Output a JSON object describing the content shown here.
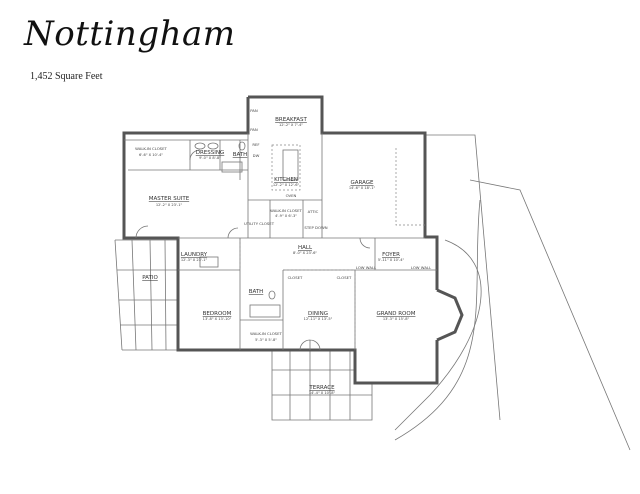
{
  "title": "Nottingham",
  "square_feet": "1,452 Square Feet",
  "rooms": {
    "breakfast": {
      "name": "BREAKFAST",
      "dims": "12'-2\" X 7'-4\""
    },
    "dressing": {
      "name": "DRESSING",
      "dims": "9'-0\" X 8'-8\""
    },
    "master_bath": {
      "name": "BATH"
    },
    "master_closet": {
      "name": "WALK-IN CLOSET",
      "dims": "6'-6\" X 10'-4\""
    },
    "kitchen": {
      "name": "KITCHEN",
      "dims": "12'-2\" X 12'-6\""
    },
    "master_suite": {
      "name": "MASTER SUITE",
      "dims": "12'-2\" X 23'-1\""
    },
    "garage": {
      "name": "GARAGE",
      "dims": "14'-6\" X 18'-1\""
    },
    "utility_closet": {
      "name": "UTILITY CLOSET"
    },
    "kitchen_closet": {
      "name": "WALK-IN CLOSET",
      "dims": "4'-9\" X 6'-3\""
    },
    "attic": {
      "name": "ATTIC"
    },
    "step_down": {
      "name": "STEP DOWN"
    },
    "hall": {
      "name": "HALL",
      "dims": "8'-0\" X 23'-6\""
    },
    "foyer": {
      "name": "FOYER",
      "dims": "5'-11\" X 10'-4\""
    },
    "laundry": {
      "name": "LAUNDRY",
      "dims": "12'-3\" X 23'-1\""
    },
    "low_wall_left": {
      "name": "LOW WALL"
    },
    "low_wall_right": {
      "name": "LOW WALL"
    },
    "closet_left": {
      "name": "CLOSET"
    },
    "closet_right": {
      "name": "CLOSET"
    },
    "bath": {
      "name": "BATH"
    },
    "bedroom": {
      "name": "BEDROOM",
      "dims": "13'-8\" X 13'-10\""
    },
    "dining": {
      "name": "DINING",
      "dims": "12'-11\" X 13'-5\""
    },
    "grand_room": {
      "name": "GRAND ROOM",
      "dims": "13'-3\" X 15'-8\""
    },
    "bedroom_closet": {
      "name": "WALK-IN CLOSET",
      "dims": "5'-3\" X 5'-8\""
    },
    "patio": {
      "name": "PATIO"
    },
    "terrace": {
      "name": "TERRACE",
      "dims": "14'-4\" X 10'-8\""
    }
  },
  "fixtures": {
    "pan1": "PAN",
    "pan2": "PAN",
    "ref": "REF",
    "dw": "DW",
    "oven": "OVEN"
  }
}
